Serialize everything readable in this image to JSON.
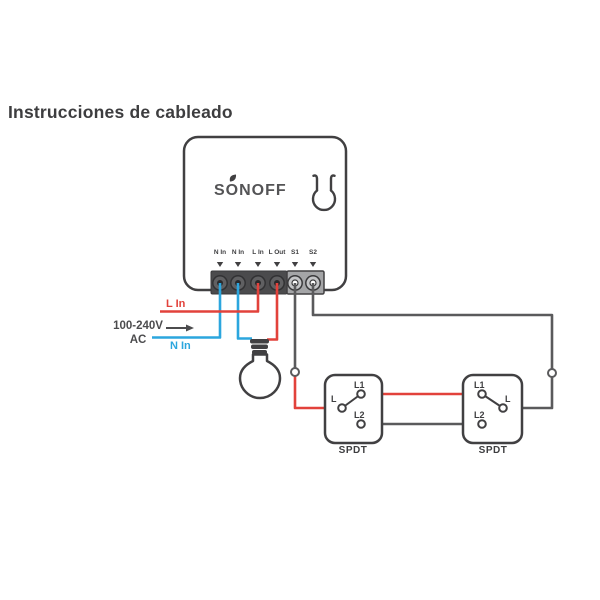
{
  "title": "Instrucciones de cableado",
  "device": {
    "brand": "Sonoff",
    "terminals": [
      "N In",
      "N In",
      "L In",
      "L Out",
      "S1",
      "S2"
    ]
  },
  "power": {
    "live_label": "L In",
    "voltage": "100-240V",
    "ac": "AC",
    "neutral_label": "N In"
  },
  "switch1": {
    "type": "SPDT",
    "l": "L",
    "l1": "L1",
    "l2": "L2"
  },
  "switch2": {
    "type": "SPDT",
    "l": "L",
    "l1": "L1",
    "l2": "L2"
  },
  "icons": {
    "mount": "keyhole-mount-icon",
    "bulb": "bulb-icon",
    "leaf": "brand-leaf-icon",
    "supply_arrow": "right-arrow-icon",
    "terminal_arrow": "down-arrow-icon"
  },
  "colors": {
    "live": "#e2423b",
    "neutral": "#2ba6de",
    "signal": "#5a5a5c",
    "outline": "#414042"
  }
}
